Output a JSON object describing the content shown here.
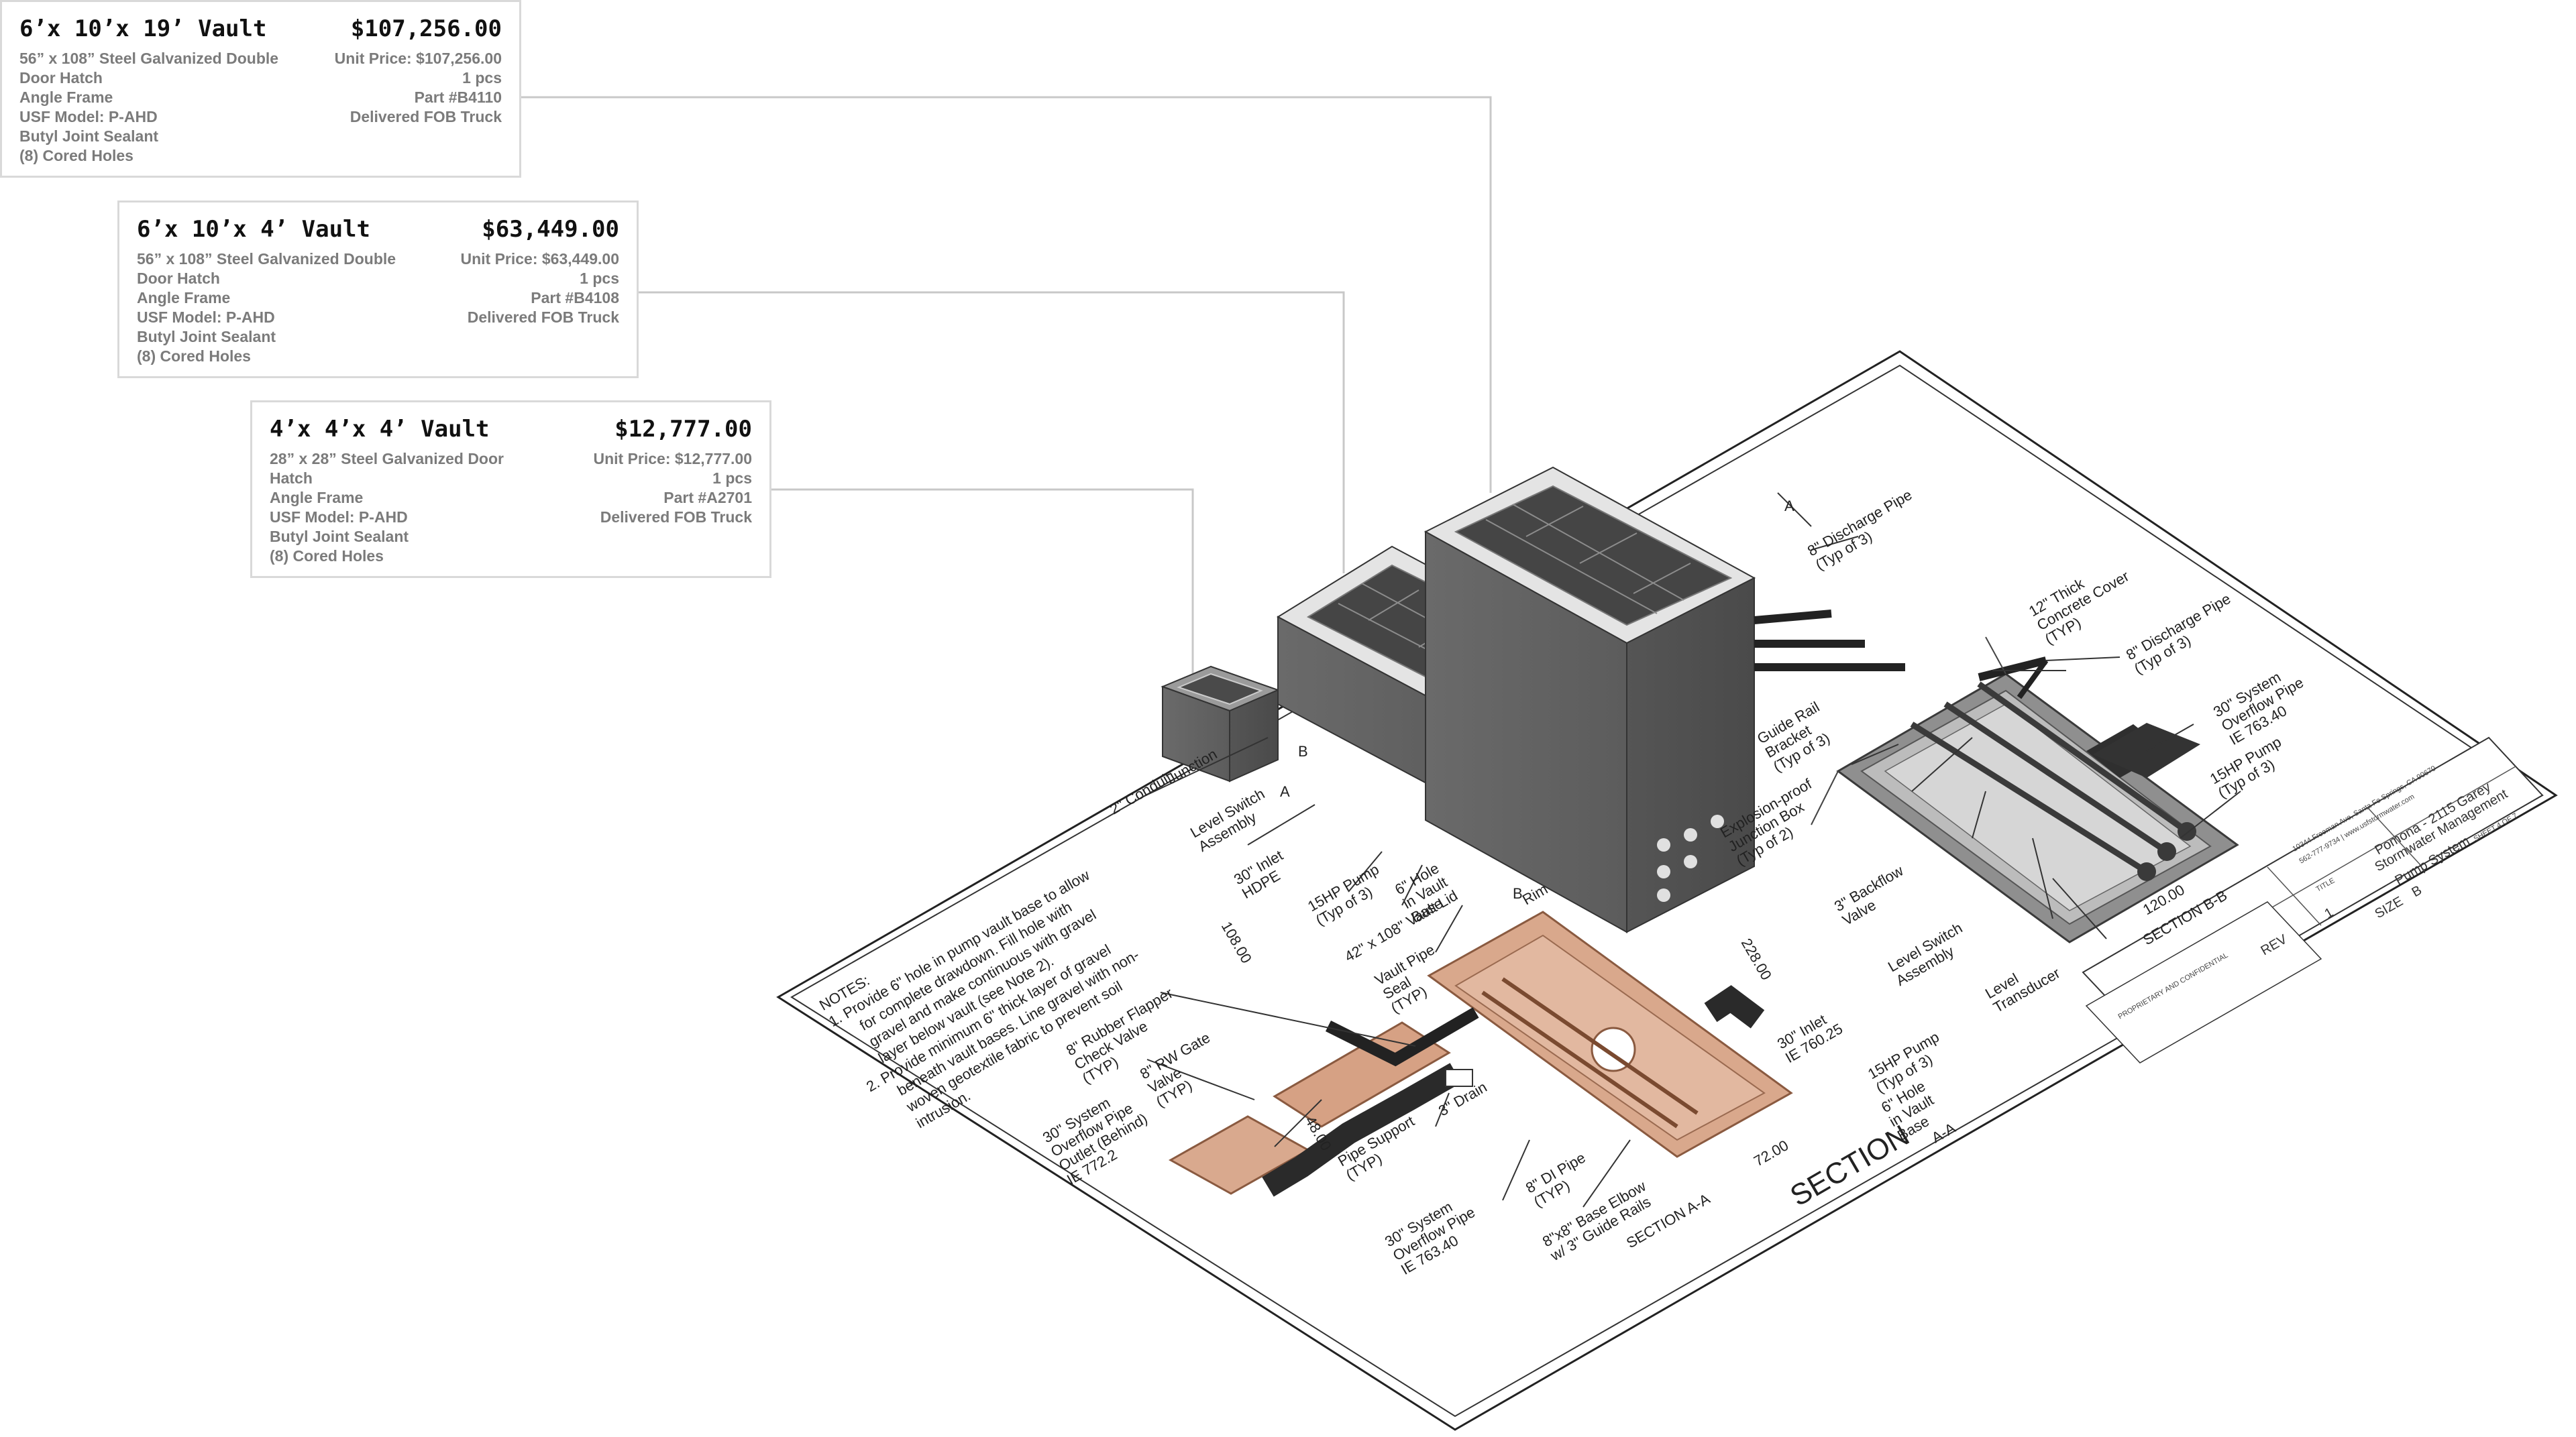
{
  "cards": [
    {
      "title": "6’x 10’x 19’ Vault",
      "price": "$107,256.00",
      "description": [
        "56” x 108” Steel Galvanized Double Door Hatch",
        "Angle Frame",
        "USF Model: P-AHD",
        "Butyl Joint Sealant",
        "(8) Cored Holes"
      ],
      "unit_price": "Unit Price: $107,256.00",
      "quantity": "1 pcs",
      "part": "Part #B4110",
      "delivery": "Delivered FOB Truck"
    },
    {
      "title": "6’x 10’x 4’ Vault",
      "price": "$63,449.00",
      "description": [
        "56” x 108” Steel Galvanized Double Door Hatch",
        "Angle Frame",
        "USF Model: P-AHD",
        "Butyl Joint Sealant",
        "(8) Cored Holes"
      ],
      "unit_price": "Unit Price: $63,449.00",
      "quantity": "1 pcs",
      "part": "Part #B4108",
      "delivery": "Delivered FOB Truck"
    },
    {
      "title": "4’x 4’x 4’ Vault",
      "price": "$12,777.00",
      "description": [
        "28” x 28” Steel Galvanized Door Hatch",
        "Angle Frame",
        "USF Model: P-AHD",
        "Butyl Joint Sealant",
        "(8) Cored Holes"
      ],
      "unit_price": "Unit Price: $12,777.00",
      "quantity": "1 pcs",
      "part": "Part #A2701",
      "delivery": "Delivered FOB Truck"
    }
  ],
  "notes": [
    "NOTES:",
    "1.   Provide 6\" hole in pump vault base to allow",
    "for complete drawdown. Fill hole with",
    "gravel and make continuous with gravel",
    "layer below vault (see Note 2).",
    "2.   Provide minimum 6\" thick layer of gravel",
    "beneath vault bases. Line gravel with non-",
    "woven geotextile fabric to prevent soil",
    "intrusion."
  ],
  "labels": {
    "conduit": "2\" Conduit",
    "junction": "Junction",
    "level_switch_a": [
      "Level Switch",
      "Assembly"
    ],
    "inlet_hdpe": [
      "30\" Inlet",
      "HDPE"
    ],
    "dim_108": "108.00",
    "pump_a": [
      "15HP Pump",
      "(Typ of 3)"
    ],
    "hole_vault_a": [
      "6\" Hole",
      "in Vault",
      "Base"
    ],
    "vault_lid": [
      "42\" x 108\" Vault Lid"
    ],
    "vault_pipe_seal": [
      "Vault Pipe",
      "Seal",
      "(TYP)"
    ],
    "rim": "Rim",
    "marker_b1": "B",
    "marker_b2": "B",
    "marker_a1": "A",
    "marker_a2": "A",
    "rubber_flapper": [
      "8\" Rubber Flapper",
      "Check Valve",
      "(TYP)"
    ],
    "rw_gate": [
      "8\" RW Gate",
      "Valve",
      "(TYP)"
    ],
    "overflow_outlet": [
      "30\" System",
      "Overflow Pipe",
      "Outlet (Behind)",
      "IE 772.2"
    ],
    "dim_48": "48.00",
    "pipe_support": [
      "Pipe Support",
      "(TYP)"
    ],
    "drain": "3\" Drain",
    "overflow_pipe_a": [
      "30\" System",
      "Overflow Pipe",
      "IE 763.40"
    ],
    "di_pipe": [
      "8\" DI Pipe",
      "(TYP)"
    ],
    "base_elbow": [
      "8\"x8\" Base Elbow",
      "w/ 3\" Guide Rails"
    ],
    "section_aa_small": "SECTION A-A",
    "section_aa_big": "SECTION",
    "section_aa_suffix": "A-A",
    "dim_72": "72.00",
    "dim_228": "228.00",
    "inlet_ie": [
      "30\" Inlet",
      "IE 760.25"
    ],
    "pump_b": [
      "15HP Pump",
      "(Typ of 3)"
    ],
    "hole_vault_b": [
      "6\" Hole",
      "in Vault",
      "Base"
    ],
    "discharge_pipe_a": [
      "8\" Discharge Pipe",
      "(Typ of 3)"
    ],
    "guide_rail": [
      "Guide Rail",
      "Bracket",
      "(Typ of 3)"
    ],
    "explosion_junction": [
      "Explosion-proof",
      "Junction Box",
      "(Typ of 2)"
    ],
    "backflow": [
      "3\" Backflow",
      "Valve"
    ],
    "level_switch_b": [
      "Level Switch",
      "Assembly"
    ],
    "level_transducer": [
      "Level",
      "Transducer"
    ],
    "dim_120": "120.00",
    "section_bb": "SECTION B-B",
    "concrete_cover": [
      "12\" Thick",
      "Concrete Cover",
      "(TYP)"
    ],
    "discharge_pipe_b": [
      "8\" Discharge Pipe",
      "(Typ of 3)"
    ],
    "overflow_pipe_b": [
      "30\" System",
      "Overflow Pipe",
      "IE 763.40"
    ],
    "pump_c": [
      "15HP Pump",
      "(Typ of 3)"
    ]
  },
  "title_block": {
    "address": "10344 Freeman Ave, Santa Fe Springs, CA 90670",
    "contact": "562-777-9734 | www.usfstormwater.com",
    "project_title": [
      "Pomona - 2115 Garey",
      "Stormwater Management",
      "Pump System"
    ],
    "title_label": "TITLE",
    "size_label": "SIZE",
    "size_value": "B",
    "rev_label": "REV",
    "rev_value": "1",
    "sheet": "SHEET 4 OF 7",
    "proprietary": "PROPRIETARY AND CONFIDENTIAL"
  }
}
